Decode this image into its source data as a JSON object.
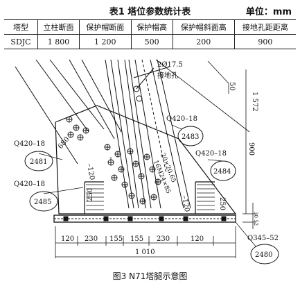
{
  "table": {
    "title": "表1   塔位参数统计表",
    "unit": "单位：mm",
    "headers": [
      "塔型",
      "立柱断面",
      "保护帽断面",
      "保护帽高",
      "保护帽斜面高",
      "接地孔距距离"
    ],
    "rows": [
      [
        "SDJC",
        "1 800",
        "1 200",
        "500",
        "200",
        "900"
      ]
    ]
  },
  "figure": {
    "caption": "图3   N71塔腿示意图",
    "hole_label": "2Ø17.5",
    "hole_name": "接地孔",
    "plates": [
      {
        "id": "2481",
        "spec": "Q420–18"
      },
      {
        "id": "2483",
        "spec": "Q420–18"
      },
      {
        "id": "2484",
        "spec": "Q420–18"
      },
      {
        "id": "2485",
        "spec": "Q420–18"
      },
      {
        "id": "2480",
        "spec": "Q345–52"
      }
    ],
    "dims": {
      "d50": "50",
      "d1572": "1 572",
      "d900": "900",
      "d680": "680",
      "d120a": "–120",
      "d120b": "–120",
      "d250a": "250",
      "d250b": "250",
      "d3052": "30 52",
      "bolt1": "16M24×85",
      "bolt2": "20×20.65",
      "bottom": [
        "120",
        "230",
        "155",
        "155",
        "230",
        "120"
      ],
      "total": "1 010"
    }
  }
}
